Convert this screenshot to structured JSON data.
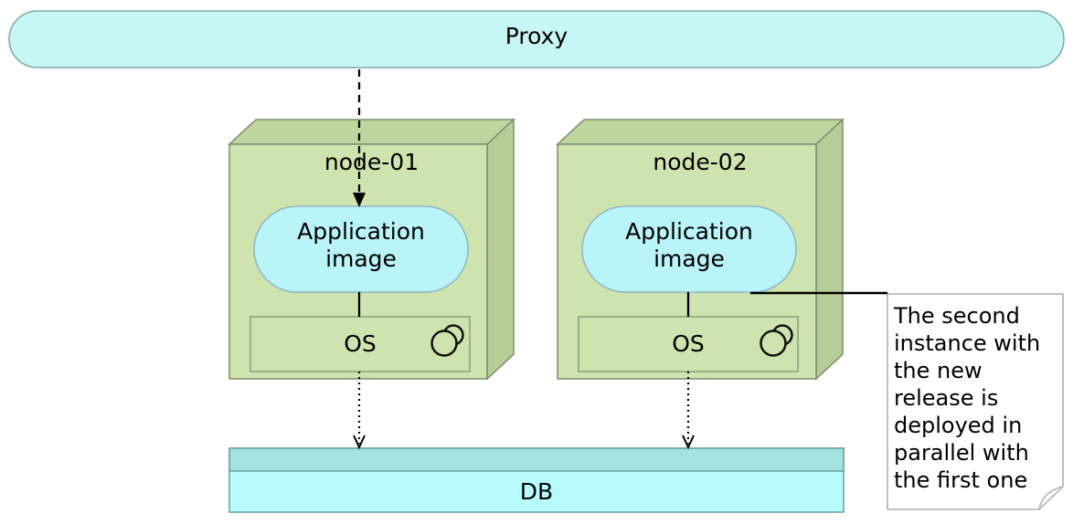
{
  "diagram": {
    "type": "deployment-diagram",
    "proxy": {
      "label": "Proxy"
    },
    "nodes": [
      {
        "name": "node-01",
        "app_label": "Application\nimage",
        "os_label": "OS",
        "os_icon": "overlapping-circles-icon"
      },
      {
        "name": "node-02",
        "app_label": "Application\nimage",
        "os_label": "OS",
        "os_icon": "overlapping-circles-icon"
      }
    ],
    "db": {
      "label": "DB"
    },
    "note": {
      "text": "The second\ninstance with\nthe new\nrelease is\ndeployed in\nparallel with\nthe first one"
    },
    "edges": [
      {
        "from": "Proxy",
        "to": "node-01 Application image",
        "style": "dashed",
        "head": "filled-triangle"
      },
      {
        "from": "node-01 Application image",
        "to": "node-01 OS",
        "style": "solid",
        "head": "none"
      },
      {
        "from": "node-02 Application image",
        "to": "node-02 OS",
        "style": "solid",
        "head": "none"
      },
      {
        "from": "node-01 OS",
        "to": "DB",
        "style": "dotted",
        "head": "open-v"
      },
      {
        "from": "node-02 OS",
        "to": "DB",
        "style": "dotted",
        "head": "open-v"
      },
      {
        "from": "node-02 Application image",
        "to": "note",
        "style": "solid",
        "head": "none"
      }
    ],
    "colors": {
      "proxy_fill": "#c6f6f5",
      "proxy_border": "#7fa9a9",
      "node_front": "#cfe3ae",
      "node_top": "#bed69d",
      "node_side": "#b6cd96",
      "node_border": "#7d8d6f",
      "stadium_fill": "#b9f5f8",
      "stadium_border": "#8cb6c6",
      "db_body": "#b6fcfc",
      "db_band": "#a3e2df",
      "db_border": "#68a0a0",
      "note_fill": "#ffffff",
      "note_border": "#b9b9b9",
      "line": "#000000"
    }
  }
}
